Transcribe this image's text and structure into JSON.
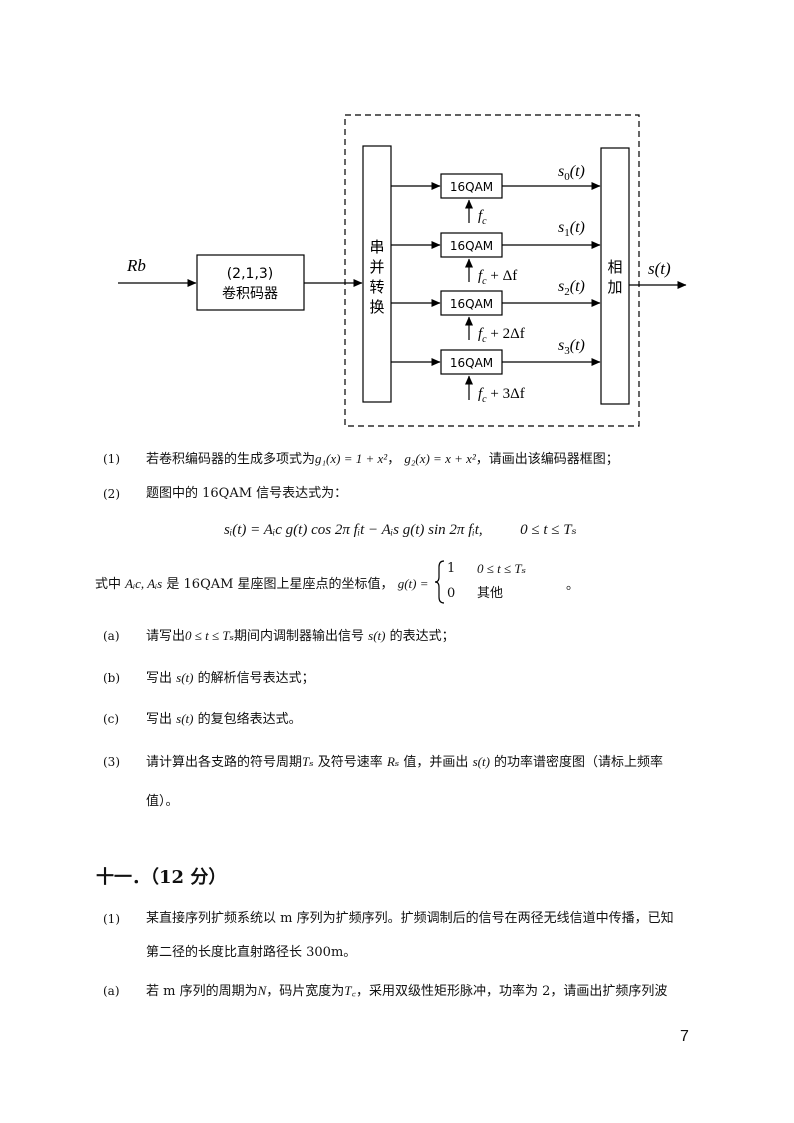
{
  "diagram": {
    "input_label": "Rb",
    "encoder_line1": "(2,1,3)",
    "encoder_line2": "卷积码器",
    "sp_chars": [
      "串",
      "并",
      "转",
      "换"
    ],
    "qam_label": "16QAM",
    "branch_outputs": [
      {
        "sym": "s",
        "sub": "0",
        "arg": "(t)"
      },
      {
        "sym": "s",
        "sub": "1",
        "arg": "(t)"
      },
      {
        "sym": "s",
        "sub": "2",
        "arg": "(t)"
      },
      {
        "sym": "s",
        "sub": "3",
        "arg": "(t)"
      }
    ],
    "freqs": [
      {
        "base": "f",
        "sub": "c",
        "rest": ""
      },
      {
        "base": "f",
        "sub": "c",
        "rest": " + Δf"
      },
      {
        "base": "f",
        "sub": "c",
        "rest": " + 2Δf"
      },
      {
        "base": "f",
        "sub": "c",
        "rest": " + 3Δf"
      }
    ],
    "adder_chars": [
      "相",
      "加"
    ],
    "output_label": "s(t)"
  },
  "q1": {
    "num": "(1)",
    "text_a": "若卷积编码器的生成多项式为",
    "g1": "g₁(x) = 1 + x²",
    "comma": "，",
    "g2": "g₂(x) = x + x²",
    "text_b": "，请画出该编码器框图；"
  },
  "q2": {
    "num": "(2)",
    "text": "题图中的 16QAM 信号表达式为：",
    "formula": "sᵢ(t) = Aᵢc g(t) cos 2π fᵢt − Aᵢs g(t) sin 2π fᵢt,",
    "range": "0 ≤ t ≤ Tₛ",
    "def_a": "式中",
    "def_vars": "Aᵢc, Aᵢs",
    "def_b": "是 16QAM 星座图上星座点的坐标值，",
    "g_def": "g(t) =",
    "case1_val": "1",
    "case1_cond": "0 ≤ t ≤ Tₛ",
    "case2_val": "0",
    "case2_cond": "其他",
    "end": "。"
  },
  "q2a": {
    "num": "(a)",
    "text_a": "请写出",
    "cond": "0 ≤ t ≤ Tₛ",
    "text_b": "期间内调制器输出信号",
    "st": "s(t)",
    "text_c": "的表达式；"
  },
  "q2b": {
    "num": "(b)",
    "text_a": "写出",
    "st": "s(t)",
    "text_b": "的解析信号表达式；"
  },
  "q2c": {
    "num": "(c)",
    "text_a": "写出",
    "st": "s(t)",
    "text_b": "的复包络表达式。"
  },
  "q3": {
    "num": "(3)",
    "text_a": "请计算出各支路的符号周期",
    "ts": "Tₛ",
    "text_b": "及符号速率",
    "rs": "Rₛ",
    "text_c": "值，并画出",
    "st": "s(t)",
    "text_d": "的功率谱密度图（请标上频率",
    "text_e": "值）。"
  },
  "section11": {
    "title": "十一．（12 分）"
  },
  "p1": {
    "num": "(1)",
    "line1": "某直接序列扩频系统以 m 序列为扩频序列。扩频调制后的信号在两径无线信道中传播，已知",
    "line2": "第二径的长度比直射路径长 300m。"
  },
  "pa": {
    "num": "(a)",
    "text_a": "若 m 序列的周期为",
    "n": "N",
    "text_b": "，码片宽度为",
    "tc": "T꜀",
    "text_c": "，采用双级性矩形脉冲，功率为 2，请画出扩频序列波"
  },
  "page_number": "7"
}
